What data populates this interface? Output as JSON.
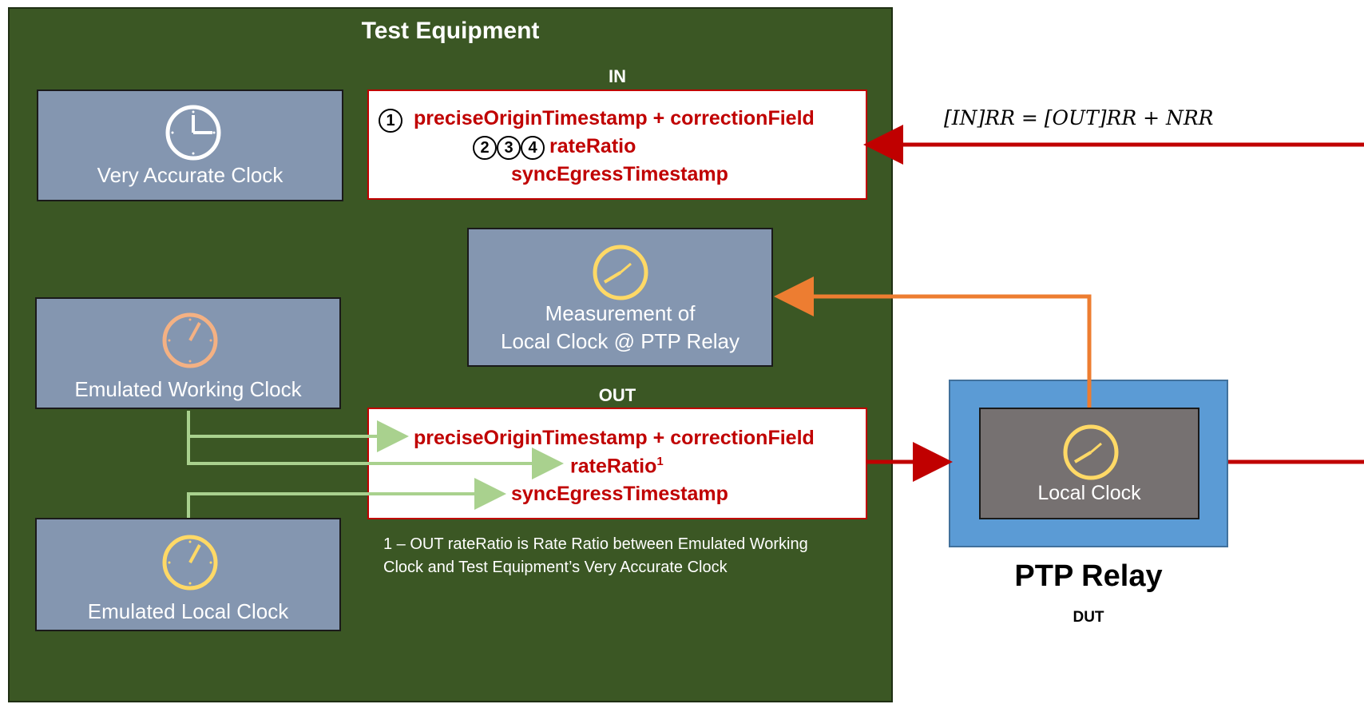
{
  "test_equipment": {
    "title": "Test Equipment",
    "clocks": {
      "very_accurate": "Very Accurate Clock",
      "measurement_line1": "Measurement of",
      "measurement_line2": "Local Clock @ PTP Relay",
      "emulated_working": "Emulated Working Clock",
      "emulated_local": "Emulated Local Clock"
    },
    "in_message": {
      "header": "IN",
      "marker1": "1",
      "line1": "preciseOriginTimestamp + correctionField",
      "marker2": "2",
      "marker3": "3",
      "marker4": "4",
      "line2": "rateRatio",
      "line3": "syncEgressTimestamp"
    },
    "out_message": {
      "header": "OUT",
      "line1": "preciseOriginTimestamp + correctionField",
      "line2": "rateRatio",
      "line2_sup": "1",
      "line3": "syncEgressTimestamp"
    },
    "footnote_line1": "1 – OUT rateRatio is Rate Ratio between Emulated Working",
    "footnote_line2": "Clock and Test Equipment’s Very Accurate Clock"
  },
  "ptp_relay": {
    "clock_label": "Local Clock",
    "title": "PTP Relay",
    "subtitle": "DUT"
  },
  "equation": "[IN]RR = [OUT]RR + NRR",
  "colors": {
    "panel": "#3b5724",
    "clock_box": "#8496b0",
    "red": "#c00000",
    "orange": "#ed7d31",
    "light_green": "#a9d18e",
    "relay_blue": "#5b9bd5",
    "relay_inner": "#767171"
  }
}
